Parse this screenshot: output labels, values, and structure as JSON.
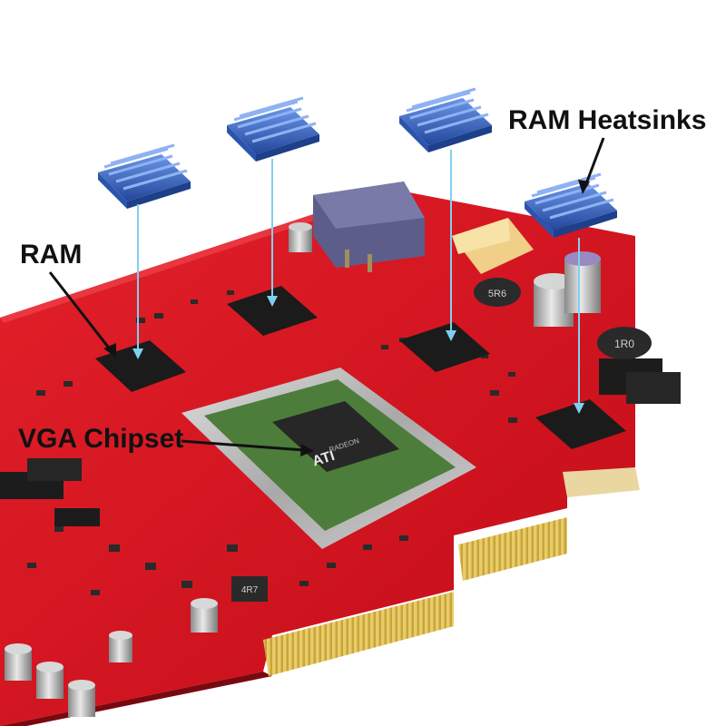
{
  "labels": {
    "ram": "RAM",
    "vga_chipset": "VGA Chipset",
    "ram_heatsinks": "RAM Heatsinks"
  },
  "chip_text": {
    "gpu_logo": "ATI",
    "gpu_marking": "RADEON",
    "inductor_1": "5R6",
    "inductor_2": "1R0",
    "inductor_3": "4R7"
  },
  "colors": {
    "pcb": "#d4101c",
    "pcb_dark": "#a50a12",
    "heatsink": "#2e5cb8",
    "heatsink_light": "#5a86dd",
    "pointer_line": "#7fd0f0",
    "gold_contacts": "#d8b84a",
    "chip": "#1d1d1d",
    "gpu_substrate": "#4a7a3a",
    "metal_ring": "#b9b9b9"
  }
}
